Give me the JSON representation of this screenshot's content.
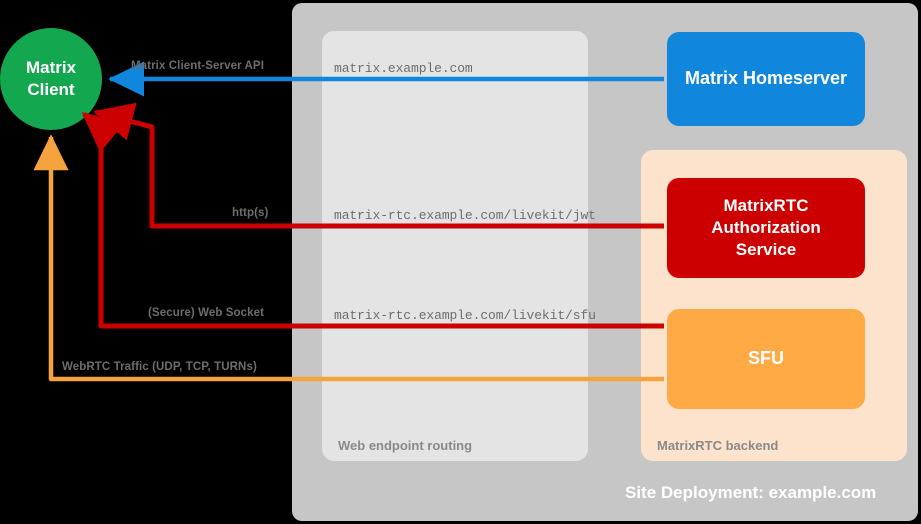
{
  "diagram": {
    "title": "Site Deployment: example.com",
    "background": "#000000"
  },
  "colors": {
    "client_green": "#13a750",
    "homeserver_blue": "#1086dc",
    "auth_red": "#cc0000",
    "sfu_orange": "#ffaa44",
    "outer_container_gray": "#c6c6c6",
    "inner_routing_gray": "#e4e4e4",
    "rtc_backend_peach": "#fde3cb",
    "label_gray": "#6d6d6d",
    "container_label_gray": "#8a8a8a"
  },
  "nodes": {
    "client": {
      "label": "Matrix\nClient",
      "shape": "circle",
      "color": "#13a750",
      "text_color": "#ffffff",
      "font_size": 17
    },
    "homeserver": {
      "label": "Matrix Homeserver",
      "shape": "rounded-rect",
      "color": "#1086dc",
      "text_color": "#ffffff",
      "font_size": 18
    },
    "auth_service": {
      "label": "MatrixRTC\nAuthorization\nService",
      "shape": "rounded-rect",
      "color": "#cc0000",
      "text_color": "#ffffff",
      "font_size": 17
    },
    "sfu": {
      "label": "SFU",
      "shape": "rounded-rect",
      "color": "#ffaa44",
      "text_color": "#ffffff",
      "font_size": 18
    }
  },
  "containers": {
    "site_deployment": {
      "label": "Site Deployment: example.com",
      "color": "#c6c6c6"
    },
    "web_routing": {
      "label": "Web endpoint routing",
      "color": "#e4e4e4"
    },
    "rtc_backend": {
      "label": "MatrixRTC backend",
      "color": "#fde3cb"
    }
  },
  "connections": [
    {
      "name": "matrix-client-server-api",
      "protocol_label": "Matrix Client-Server API",
      "endpoint_label": "matrix.example.com",
      "color": "#1086dc",
      "direction": "homeserver-to-client"
    },
    {
      "name": "https-jwt",
      "protocol_label": "http(s)",
      "endpoint_label": "matrix-rtc.example.com/livekit/jwt",
      "color": "#cc0000",
      "direction": "auth-to-client"
    },
    {
      "name": "secure-websocket",
      "protocol_label": "(Secure) Web Socket",
      "endpoint_label": "matrix-rtc.example.com/livekit/sfu",
      "color": "#cc0000",
      "direction": "sfu-to-client"
    },
    {
      "name": "webrtc-traffic",
      "protocol_label": "WebRTC Traffic (UDP, TCP, TURNs)",
      "endpoint_label": "",
      "color": "#f5a33c",
      "direction": "sfu-to-client"
    }
  ]
}
